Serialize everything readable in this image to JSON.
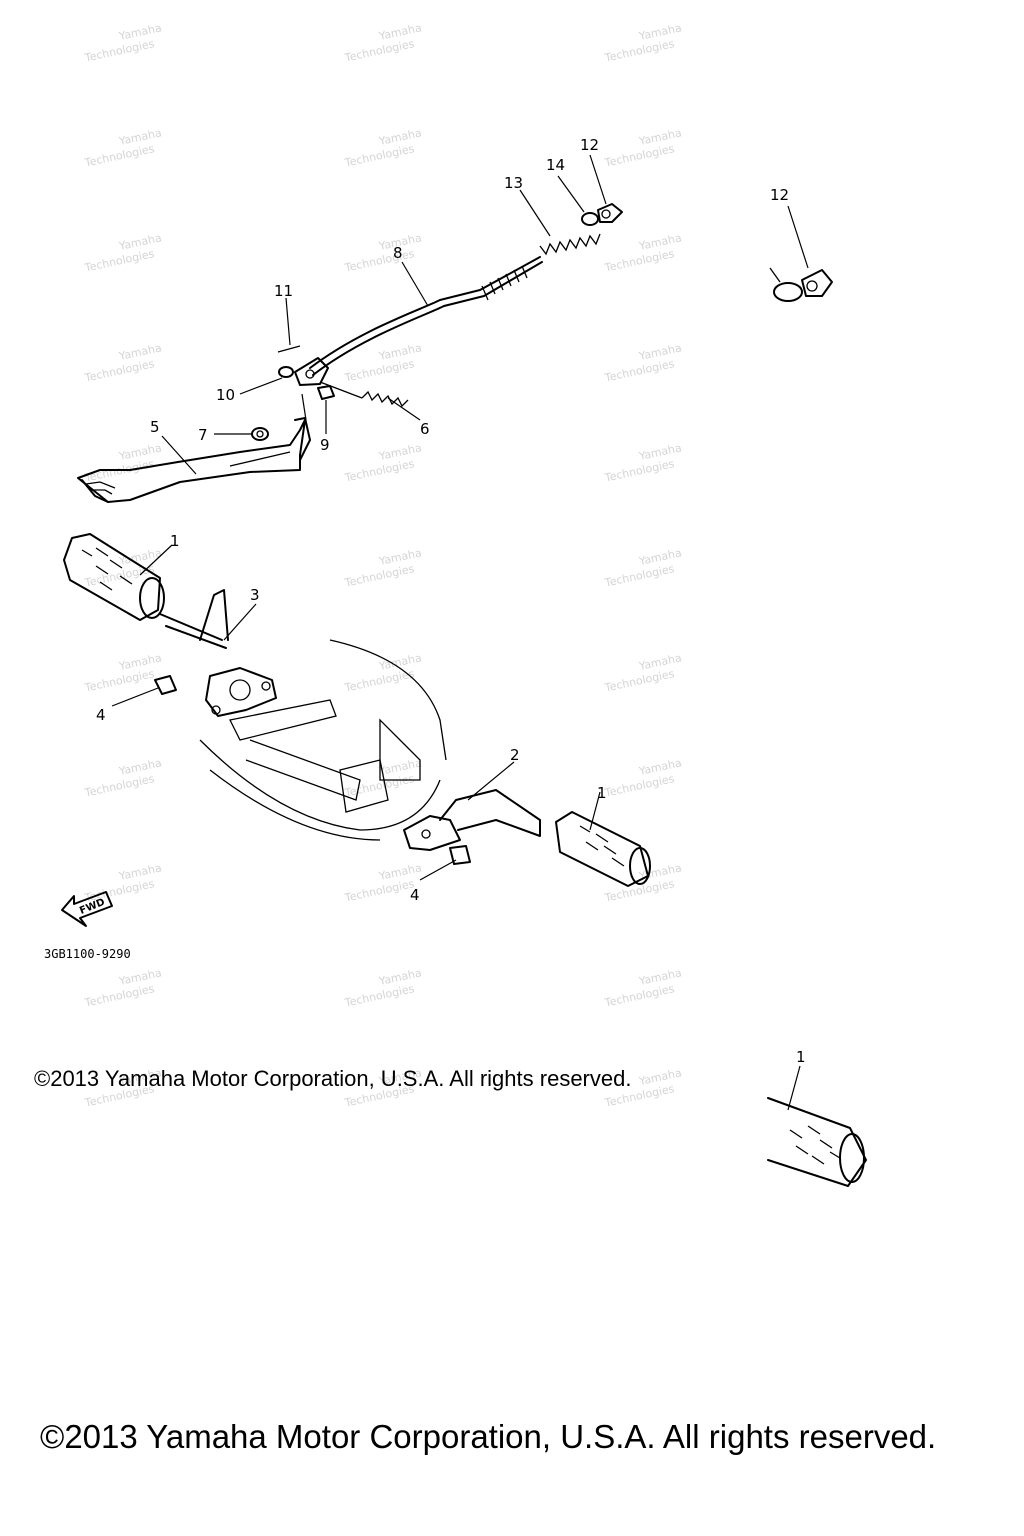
{
  "diagram": {
    "callouts": [
      "1",
      "1",
      "1",
      "2",
      "3",
      "4",
      "4",
      "5",
      "6",
      "7",
      "8",
      "9",
      "10",
      "11",
      "12",
      "12",
      "13",
      "14"
    ],
    "part_code": "3GB1100-9290",
    "fwd_arrow_label": "FWD",
    "watermark_line1": "Yamaha",
    "watermark_line2": "Technologies"
  },
  "copyright": {
    "small": "©2013 Yamaha Motor Corporation, U.S.A. All rights reserved.",
    "large": "©2013 Yamaha Motor Corporation, U.S.A. All rights reserved."
  }
}
